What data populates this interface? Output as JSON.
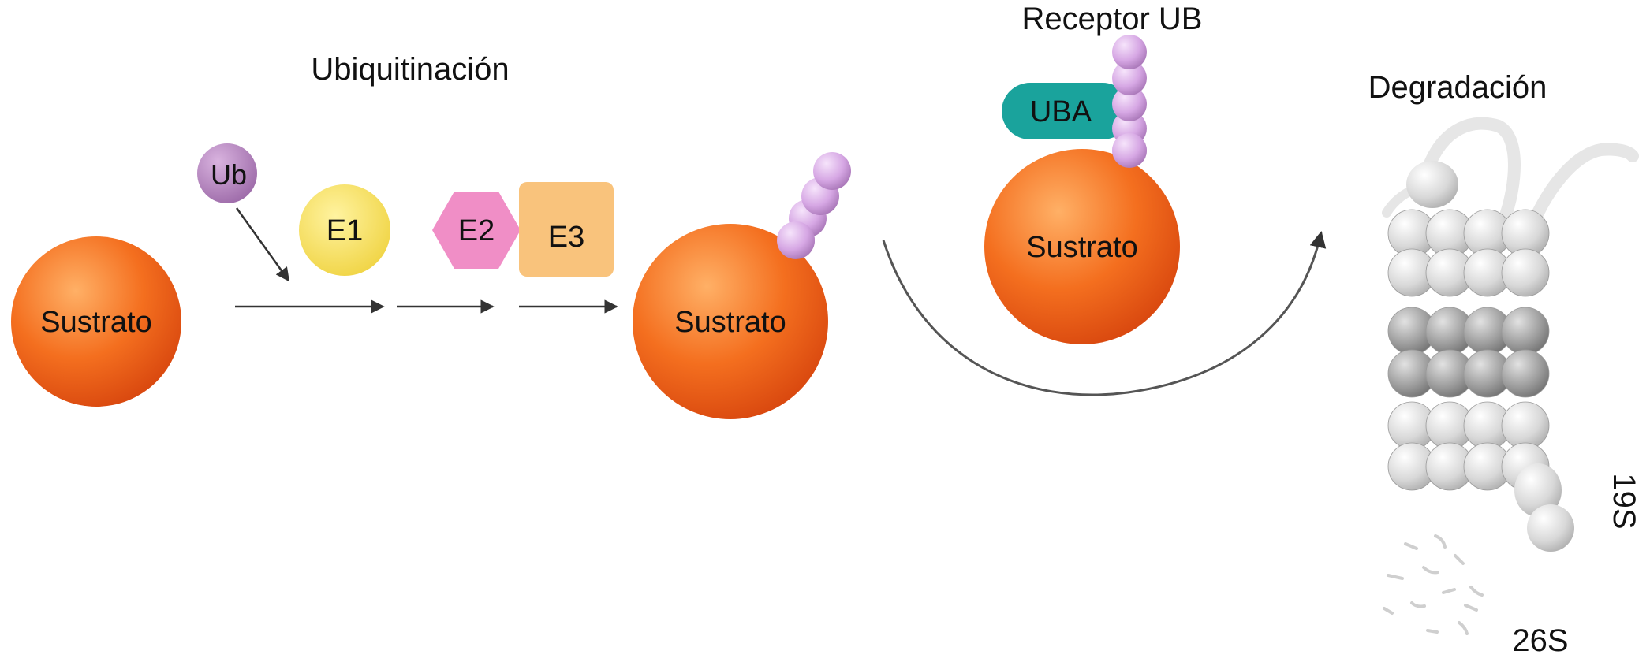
{
  "labels": {
    "ubiquitination": "Ubiquitinación",
    "receptor": "Receptor UB",
    "degradation": "Degradación",
    "ub": "Ub",
    "e1": "E1",
    "e2": "E2",
    "e3": "E3",
    "substrate_1": "Sustrato",
    "substrate_2": "Sustrato",
    "substrate_3": "Sustrato",
    "uba": "UBA",
    "s19": "19S",
    "s26": "26S"
  },
  "colors": {
    "substrate": "#f26a1b",
    "ub": "#b07fb8",
    "ubiquitin_bead": "#d8a8e6",
    "e1": "#f4e05a",
    "e2": "#f08ec6",
    "e3": "#f9c37c",
    "uba": "#1aa39c",
    "proteasome": "#cccccc",
    "arrow": "#333333"
  }
}
